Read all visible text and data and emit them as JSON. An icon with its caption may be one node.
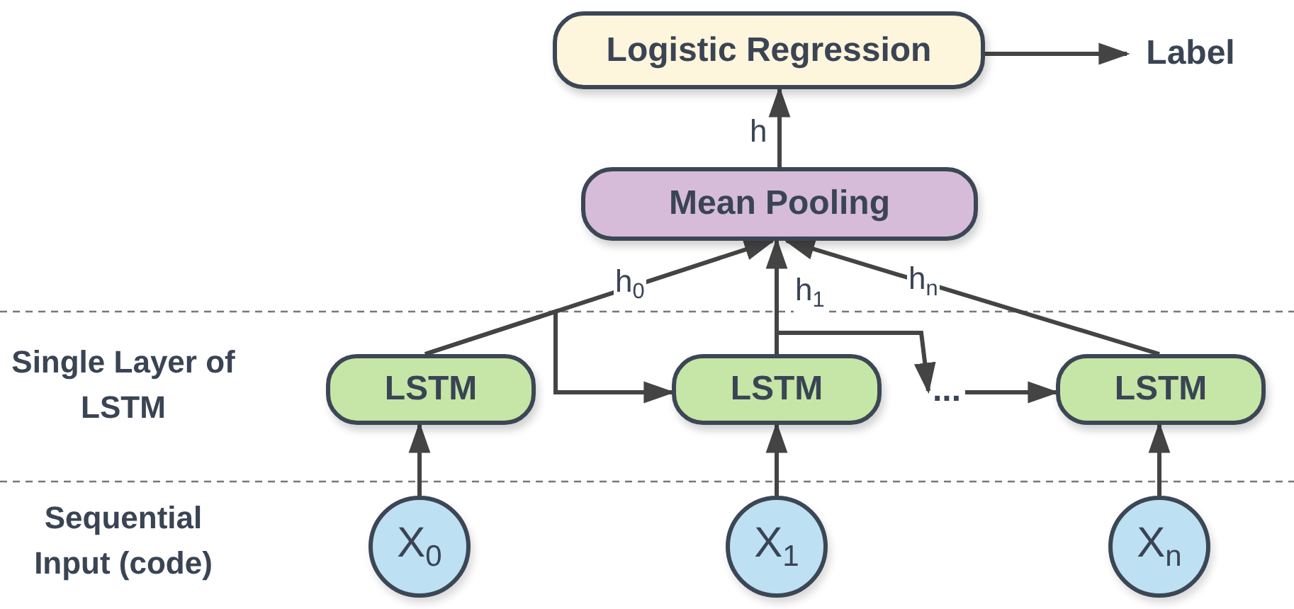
{
  "diagram": {
    "nodes": [
      {
        "text": [
          "Logistic Regression"
        ]
      },
      {
        "text": [
          "Label"
        ]
      },
      {
        "text": [
          "Mean Pooling"
        ]
      },
      {
        "text": [
          "LSTM"
        ]
      },
      {
        "text": [
          "LSTM"
        ]
      },
      {
        "text": [
          "..."
        ]
      },
      {
        "text": [
          "LSTM"
        ]
      },
      {
        "text": [
          "X$_{0}$"
        ]
      },
      {
        "text": [
          "X$_{1}$"
        ]
      },
      {
        "text": [
          "X$_{n}$"
        ]
      }
    ],
    "edges": [
      {
        "from": 0,
        "to": 1,
        "arrow": "to"
      },
      {
        "from": 2,
        "to": 0,
        "arrow": "to",
        "label": "h"
      },
      {
        "from": 3,
        "to": 2,
        "arrow": "to",
        "label": "h$_{0}$"
      },
      {
        "from": 4,
        "to": 2,
        "arrow": "to",
        "label": "h$_{1}$"
      },
      {
        "from": 6,
        "to": 2,
        "arrow": "to",
        "label": "h$_{n}$"
      },
      {
        "from": 3,
        "to": 4,
        "arrow": "to"
      },
      {
        "from": 4,
        "to": 5,
        "arrow": "to"
      },
      {
        "from": 5,
        "to": 6,
        "arrow": "to"
      },
      {
        "from": 7,
        "to": 3,
        "arrow": "to"
      },
      {
        "from": 8,
        "to": 4,
        "arrow": "to"
      },
      {
        "from": 9,
        "to": 6,
        "arrow": "to"
      }
    ],
    "labels": [
      "Single Layer of LSTM",
      "Sequential Input (code)"
    ]
  }
}
